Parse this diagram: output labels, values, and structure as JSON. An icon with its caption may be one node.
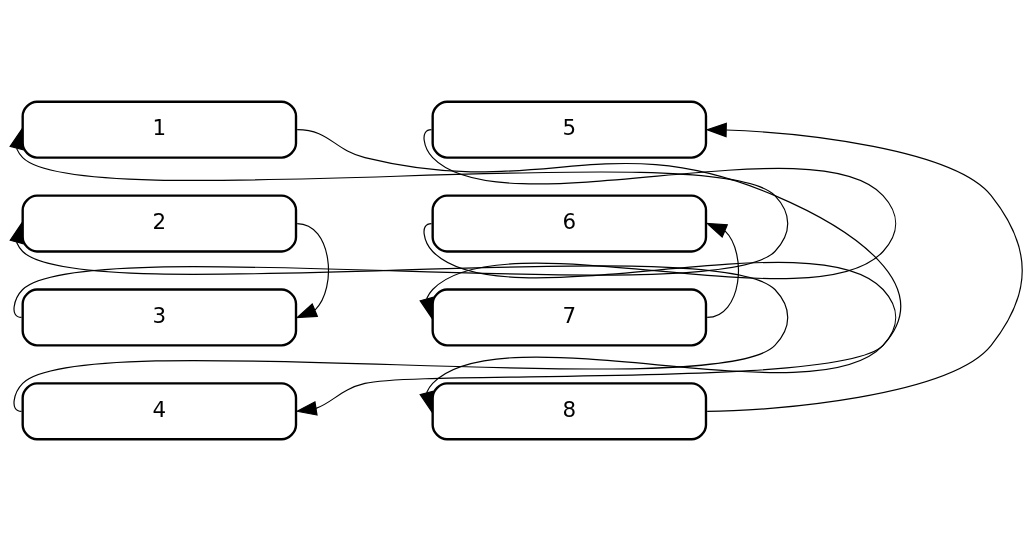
{
  "diagram": {
    "nodes": [
      {
        "text": [
          "1"
        ]
      },
      {
        "text": [
          "2"
        ]
      },
      {
        "text": [
          "3"
        ]
      },
      {
        "text": [
          "4"
        ]
      },
      {
        "text": [
          "5"
        ]
      },
      {
        "text": [
          "6"
        ]
      },
      {
        "text": [
          "7"
        ]
      },
      {
        "text": [
          "8"
        ]
      }
    ],
    "edges": [
      {
        "from": 0,
        "to": 3,
        "arrow": "to"
      },
      {
        "from": 1,
        "to": 2,
        "arrow": "to"
      },
      {
        "from": 2,
        "to": 0,
        "arrow": "to"
      },
      {
        "from": 3,
        "to": 1,
        "arrow": "to"
      },
      {
        "from": 4,
        "to": 6,
        "arrow": "to"
      },
      {
        "from": 5,
        "to": 7,
        "arrow": "to"
      },
      {
        "from": 6,
        "to": 5,
        "arrow": "to"
      },
      {
        "from": 7,
        "to": 4,
        "arrow": "to"
      }
    ]
  }
}
